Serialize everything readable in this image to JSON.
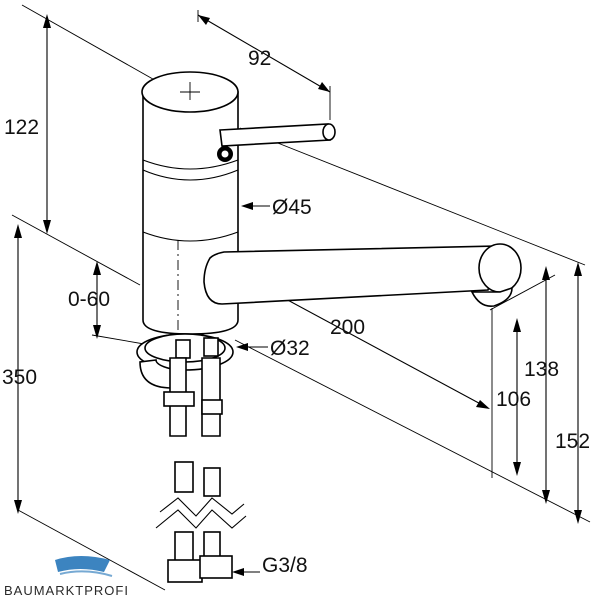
{
  "dimensions": {
    "spout_length": "92",
    "total_height": "122",
    "body_diameter": "Ø45",
    "counter_thickness": "0-60",
    "spout_reach": "200",
    "base_diameter": "Ø32",
    "below_counter": "350",
    "spout_height_low": "106",
    "spout_height_mid": "138",
    "spout_height_high": "152",
    "connection_thread": "G3/8"
  },
  "watermark": {
    "text": "BAUMARKTPROFI",
    "accent_color": "#1a6fb5"
  }
}
